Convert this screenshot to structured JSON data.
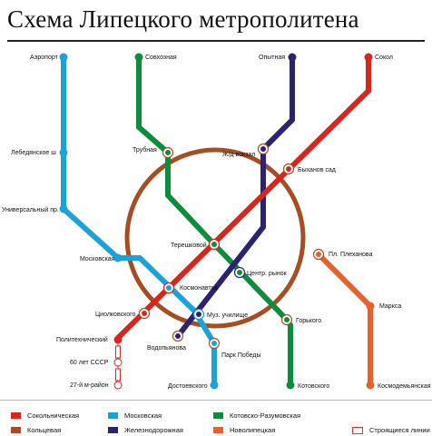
{
  "title": "Схема Липецкого метрополитена",
  "colors": {
    "sokolnicheskaya": "#d6261e",
    "moskovskaya": "#1ba3d9",
    "kotovsko": "#0b8d3d",
    "koltsevaya": "#a54e24",
    "zheleznodorozhnaya": "#2b2372",
    "novolipetskaya": "#e8612a",
    "construction": "#d6261e"
  },
  "stations": {
    "aeroport": "Аэропорт",
    "sovkhoznaya": "Совхозная",
    "opytnaya": "Опытная",
    "sokol": "Сокол",
    "lebedyanskoe": "Лебедянское ш",
    "trubnaya": "Трубная",
    "zhd_vokzal": "Ж/д вокзал",
    "bykhanov_sad": "Быханов сад",
    "universalny": "Универсальный пр.",
    "tereshkovoi": "Терешковой",
    "pl_plekhanova": "Пл. Плеханова",
    "moskovskaya": "Московская",
    "tsentr_rynok": "Центр. рынок",
    "kosmonavtov": "Космонавтов",
    "marksa": "Маркса",
    "tsiolkovskogo": "Циолковского",
    "muz_uchilishche": "Муз. училище",
    "gorkogo": "Горького",
    "politekhnicheskiy": "Политехнический",
    "vodopyanova": "Водопьянова",
    "park_pobedy": "Парк Победы",
    "sixty_let_sssr": "60 лет СССР",
    "twenty_seven_mkr": "27-й м-район",
    "dostoevskogo": "Достоевского",
    "kotovskogo": "Котовского",
    "kosmodemyanskaya": "Космодемьянская"
  },
  "legend": {
    "sokolnicheskaya": "Сокольническая",
    "moskovskaya": "Московская",
    "kotovsko": "Котовско-Разумовская",
    "koltsevaya": "Кольцевая",
    "zheleznodorozhnaya": "Железнодорожная",
    "novolipetskaya": "Новолипецкая",
    "construction": "Строящиеся линии"
  }
}
